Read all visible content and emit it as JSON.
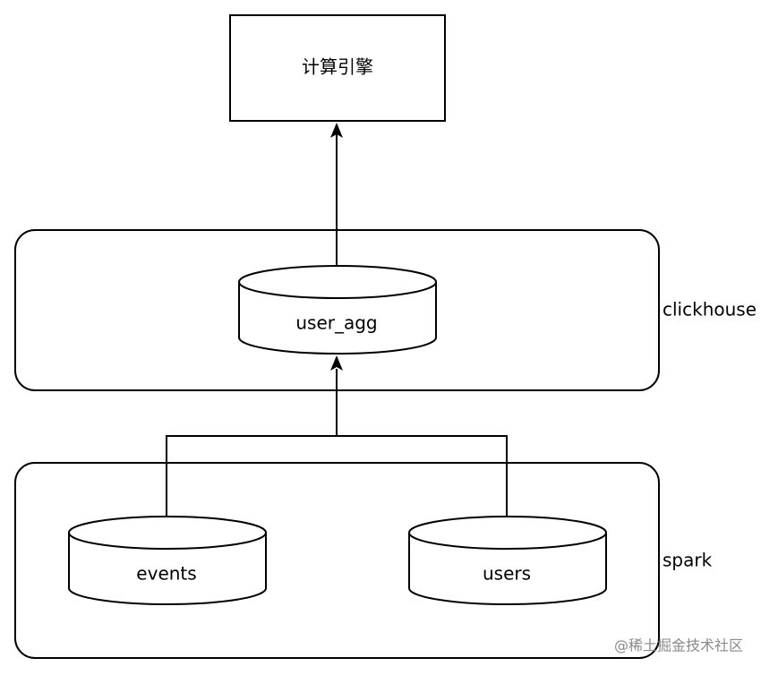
{
  "nodes": {
    "compute_engine": {
      "label": "计算引擎"
    },
    "user_agg": {
      "label": "user_agg"
    },
    "events": {
      "label": "events"
    },
    "users": {
      "label": "users"
    }
  },
  "containers": {
    "clickhouse": {
      "label": "clickhouse"
    },
    "spark": {
      "label": "spark"
    }
  },
  "edges": [
    {
      "from": "user_agg",
      "to": "compute_engine"
    },
    {
      "from": "events",
      "to": "user_agg"
    },
    {
      "from": "users",
      "to": "user_agg"
    }
  ],
  "watermark": {
    "text": "@稀土掘金技术社区"
  },
  "colors": {
    "stroke": "#000000",
    "fill": "#ffffff",
    "watermark": "#8a8a8a"
  }
}
